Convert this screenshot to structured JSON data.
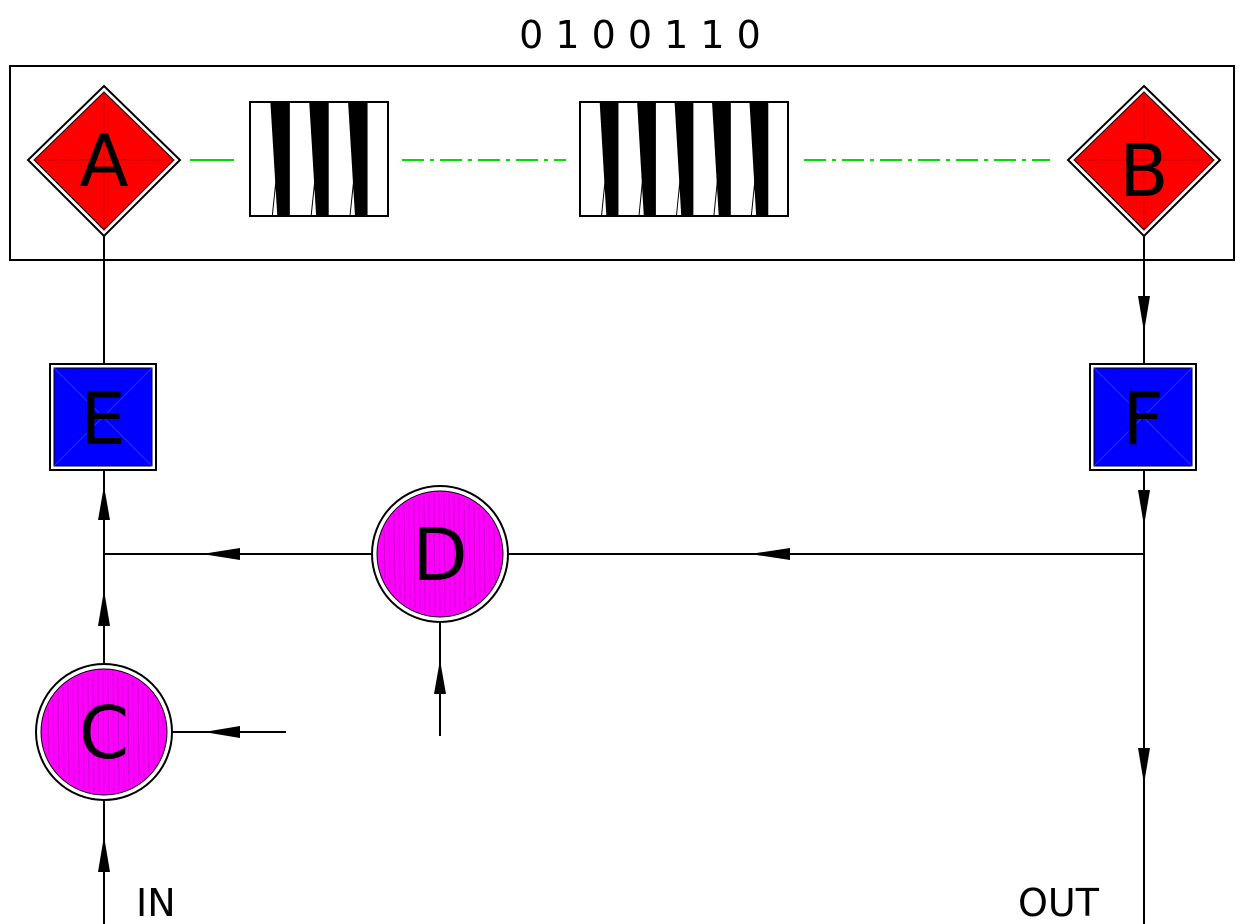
{
  "bit_string": "0 1 0 0 1 1 0",
  "nodes": {
    "A": {
      "label": "A",
      "shape": "diamond",
      "color": "#ff0000"
    },
    "B": {
      "label": "B",
      "shape": "diamond",
      "color": "#ff0000"
    },
    "C": {
      "label": "C",
      "shape": "circle",
      "color": "#ff00ff"
    },
    "D": {
      "label": "D",
      "shape": "circle",
      "color": "#ff00ff"
    },
    "E": {
      "label": "E",
      "shape": "square",
      "color": "#0000ff"
    },
    "F": {
      "label": "F",
      "shape": "square",
      "color": "#0000ff"
    }
  },
  "io": {
    "in_label": "IN",
    "out_label": "OUT"
  },
  "colors": {
    "line": "#000000",
    "dash_line": "#00dd00",
    "box_border": "#000000"
  },
  "edges": [
    {
      "from": "A",
      "to": "block-1",
      "style": "green-dash"
    },
    {
      "from": "block-1",
      "to": "block-2",
      "style": "green-dash-dot"
    },
    {
      "from": "block-2",
      "to": "B",
      "style": "green-dash-dot"
    },
    {
      "from": "B",
      "to": "F",
      "style": "arrow"
    },
    {
      "from": "F",
      "to": "OUT",
      "style": "arrow"
    },
    {
      "from": "F",
      "to": "D",
      "style": "arrow"
    },
    {
      "from": "D",
      "to": "E",
      "style": "arrow"
    },
    {
      "from": "IN",
      "to": "C",
      "style": "arrow"
    },
    {
      "from": "C",
      "to": "E",
      "style": "arrow"
    },
    {
      "from": "E",
      "to": "A",
      "style": "line"
    }
  ]
}
